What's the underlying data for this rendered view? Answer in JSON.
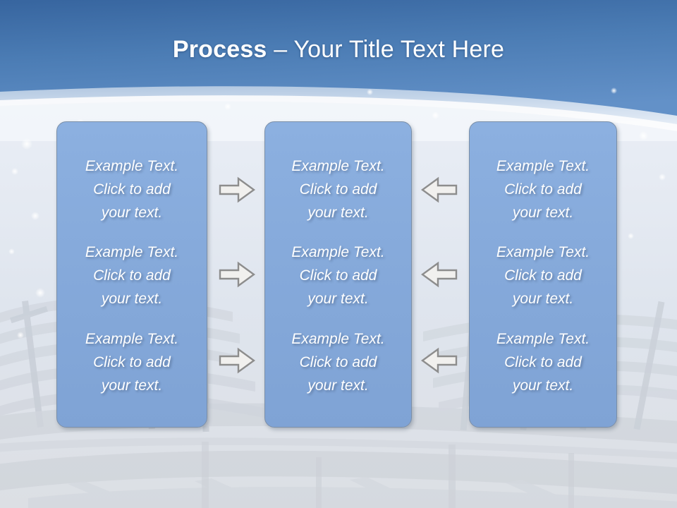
{
  "slide": {
    "title_strong": "Process",
    "title_rest": " – Your Title Text Here",
    "background_top_color": "#3f6ea8",
    "background_bottom_color": "#e2e7ef",
    "box_fill_color": "#86aadb",
    "box_border_color": "#7b8fa8",
    "text_color": "#ffffff",
    "arrow_fill_color": "#f0efed",
    "arrow_border_color": "#8c8c8c"
  },
  "columns": [
    {
      "name": "left-column",
      "items": [
        {
          "text": "Example Text.\nClick  to add\nyour text."
        },
        {
          "text": "Example Text.\nClick  to add\nyour text."
        },
        {
          "text": "Example Text.\nClick  to add\nyour text."
        }
      ]
    },
    {
      "name": "center-column",
      "items": [
        {
          "text": "Example Text.\nClick  to add\nyour text."
        },
        {
          "text": "Example Text.\nClick  to add\nyour text."
        },
        {
          "text": "Example Text.\nClick  to add\nyour text."
        }
      ]
    },
    {
      "name": "right-column",
      "items": [
        {
          "text": "Example Text.\nClick  to add\nyour text."
        },
        {
          "text": "Example Text.\nClick  to add\nyour text."
        },
        {
          "text": "Example Text.\nClick  to add\nyour text."
        }
      ]
    }
  ],
  "arrows": {
    "right_pointing": [
      {
        "name": "arrow-right-row-1",
        "direction": "right"
      },
      {
        "name": "arrow-right-row-2",
        "direction": "right"
      },
      {
        "name": "arrow-right-row-3",
        "direction": "right"
      }
    ],
    "left_pointing": [
      {
        "name": "arrow-left-row-1",
        "direction": "left"
      },
      {
        "name": "arrow-left-row-2",
        "direction": "left"
      },
      {
        "name": "arrow-left-row-3",
        "direction": "left"
      }
    ]
  }
}
